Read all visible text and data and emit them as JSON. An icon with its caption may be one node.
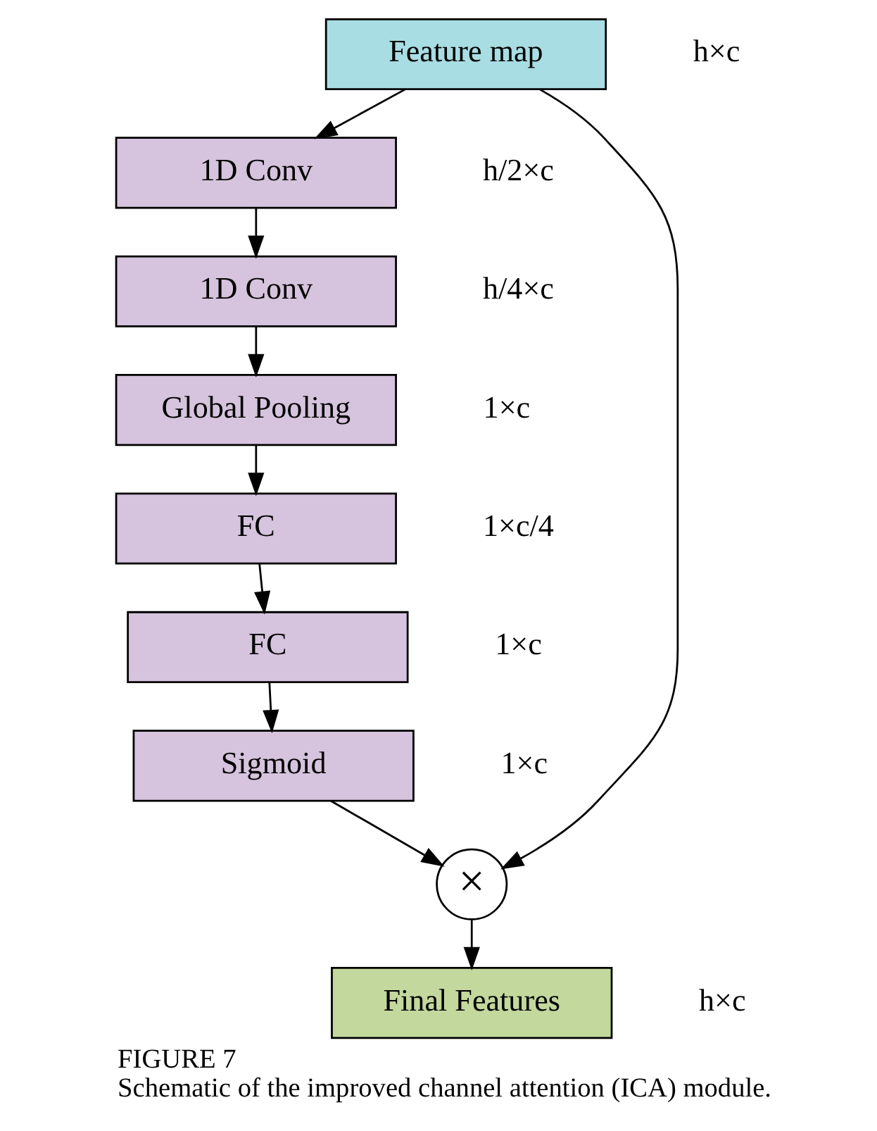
{
  "diagram": {
    "caption": "Schematic of the improved channel attention (ICA) module.",
    "nodes": [
      {
        "text": [
          "Feature map"
        ],
        "beside": [
          "h×c"
        ]
      },
      {
        "text": [
          "1D Conv"
        ],
        "beside": [
          "h/2×c"
        ]
      },
      {
        "text": [
          "1D Conv"
        ],
        "beside": [
          "h/4×c"
        ]
      },
      {
        "text": [
          "Global Pooling"
        ],
        "beside": [
          "1×c"
        ]
      },
      {
        "text": [
          "FC"
        ],
        "beside": [
          "1×c/4"
        ]
      },
      {
        "text": [
          "FC"
        ],
        "beside": [
          "1×c"
        ]
      },
      {
        "text": [
          "Sigmoid"
        ],
        "beside": [
          "1×c"
        ]
      },
      {
        "text": [
          "×"
        ]
      },
      {
        "text": [
          "Final Features"
        ],
        "beside": [
          "h×c"
        ]
      }
    ],
    "edges": [
      {
        "from": 0,
        "to": 1,
        "arrow": "to"
      },
      {
        "from": 1,
        "to": 2,
        "arrow": "to"
      },
      {
        "from": 2,
        "to": 3,
        "arrow": "to"
      },
      {
        "from": 3,
        "to": 4,
        "arrow": "to"
      },
      {
        "from": 4,
        "to": 5,
        "arrow": "to"
      },
      {
        "from": 5,
        "to": 6,
        "arrow": "to"
      },
      {
        "from": 6,
        "to": 7,
        "arrow": "to"
      },
      {
        "from": 0,
        "to": 7,
        "arrow": "to"
      },
      {
        "from": 7,
        "to": 8,
        "arrow": "to"
      }
    ],
    "labels": [
      "FIGURE 7"
    ]
  }
}
